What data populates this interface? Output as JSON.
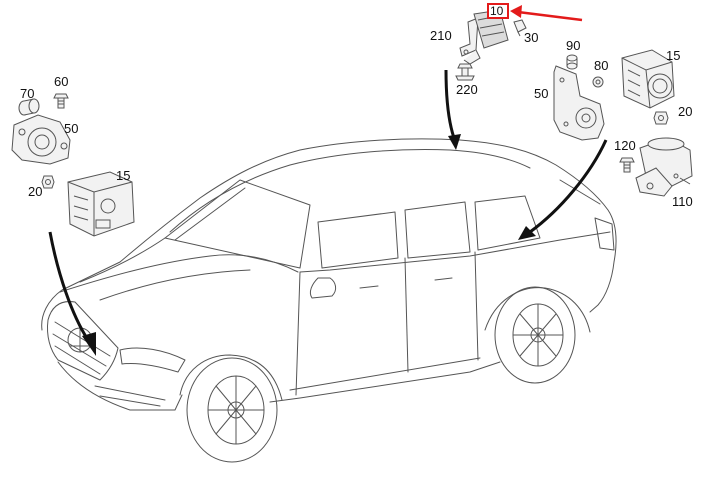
{
  "labels": {
    "p70": "70",
    "p60": "60",
    "p50_left": "50",
    "p20_left": "20",
    "p15_left": "15",
    "p210": "210",
    "p10": "10",
    "p30": "30",
    "p220": "220",
    "p90": "90",
    "p15_right": "15",
    "p80": "80",
    "p50_right": "50",
    "p20_right": "20",
    "p120": "120",
    "p110": "110"
  },
  "colors": {
    "highlight": "#e31b1b",
    "line": "#555555",
    "arrow": "#111111",
    "part_fill": "#f2f2f2"
  },
  "icons": {
    "callout_arrow": "red-arrow-icon",
    "pointer_arrows": "black-curved-arrow-icon"
  }
}
